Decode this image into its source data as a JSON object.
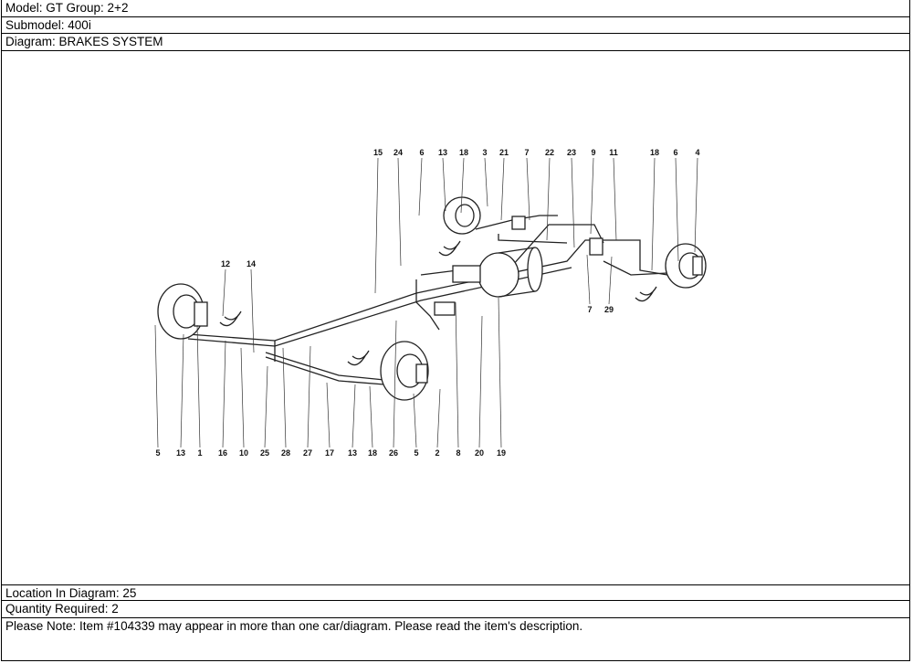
{
  "header": {
    "model": "Model: GT Group: 2+2",
    "submodel": "Submodel: 400i",
    "diagram": "Diagram: BRAKES SYSTEM"
  },
  "diagram": {
    "top_labels": [
      "15",
      "24",
      "6",
      "13",
      "18",
      "3",
      "21",
      "7",
      "22",
      "23",
      "9",
      "11",
      "18",
      "6",
      "4"
    ],
    "left_labels": [
      "12",
      "14"
    ],
    "mid_labels": [
      "7",
      "29"
    ],
    "bottom_labels": [
      "5",
      "13",
      "1",
      "16",
      "10",
      "25",
      "28",
      "27",
      "17",
      "13",
      "18",
      "26",
      "5",
      "2",
      "8",
      "20",
      "19"
    ]
  },
  "footer": {
    "location": "Location In Diagram: 25",
    "quantity": "Quantity Required: 2",
    "note": "Please Note: Item #104339 may appear in more than one car/diagram. Please read the item's description."
  }
}
